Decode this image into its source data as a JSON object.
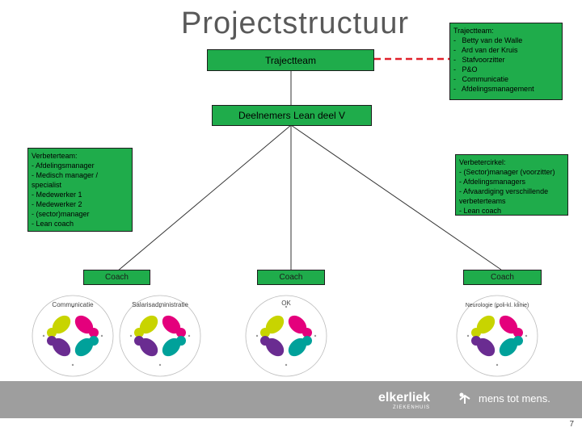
{
  "title": "Projectstructuur",
  "trajectteam_box": "Trajectteam",
  "trajectteam_list": {
    "heading": "Trajectteam:",
    "items": [
      "Betty van de Walle",
      "Ard van der Kruis",
      "Stafvoorzitter",
      "P&O",
      "Communicatie",
      "Afdelingsmanagement"
    ]
  },
  "deelnemers_box": "Deelnemers Lean deel V",
  "verbeterteam": {
    "heading": "Verbeterteam:",
    "items": [
      "Afdelingsmanager",
      "Medisch manager / specialist",
      "Medewerker 1",
      "Medewerker 2",
      "(sector)manager",
      "Lean coach"
    ]
  },
  "verbetercirkel": {
    "heading": "Verbetercirkel:",
    "items": [
      "(Sector)manager (voorzitter)",
      "Afdelingsmanagers",
      "Afvaardiging verschillende verbeterteams",
      "Lean coach"
    ]
  },
  "coaches": [
    "Coach",
    "Coach",
    "Coach"
  ],
  "team_logos": [
    "Communicatie",
    "Salarisadministratie",
    "OK",
    "Neurologie (poli-kl. klinie)"
  ],
  "footer": {
    "brand": "elkerliek",
    "brand_sub": "ZIEKENHUIS",
    "slogan": "mens tot mens."
  },
  "page_number": "7",
  "colors": {
    "box_green": "#1fac4b",
    "dashed_red": "#e0202a",
    "logo_yellow": "#c8d400",
    "logo_pink": "#e4007c",
    "logo_purple": "#6a2c91",
    "logo_teal": "#00a19a"
  }
}
